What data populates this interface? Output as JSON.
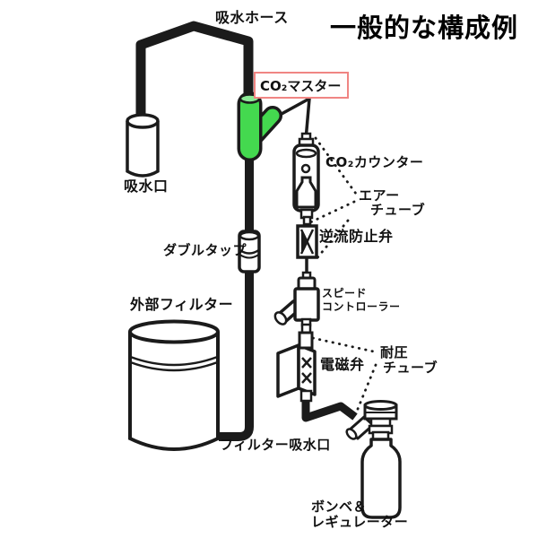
{
  "title": "一般的な構成例",
  "labels": {
    "intake_hose": "吸水ホース",
    "co2_master": "CO₂マスター",
    "intake_port": "吸水口",
    "co2_counter": "CO₂カウンター",
    "air_tube_line1": "エアー",
    "air_tube_line2": "チューブ",
    "check_valve": "逆流防止弁",
    "double_tap": "ダブルタップ",
    "speed_controller_line1": "スピード",
    "speed_controller_line2": "コントローラー",
    "external_filter": "外部フィルター",
    "solenoid_valve": "電磁弁",
    "pressure_tube_line1": "耐圧",
    "pressure_tube_line2": "チューブ",
    "filter_intake": "フィルター吸水口",
    "bottle_line1": "ボンベ＆",
    "bottle_line2": "レギュレーター"
  },
  "colors": {
    "line": "#1b1b1b",
    "highlight_green": "#44d94f",
    "highlight_green_light": "#8cea96",
    "callout_red": "#f08482"
  }
}
